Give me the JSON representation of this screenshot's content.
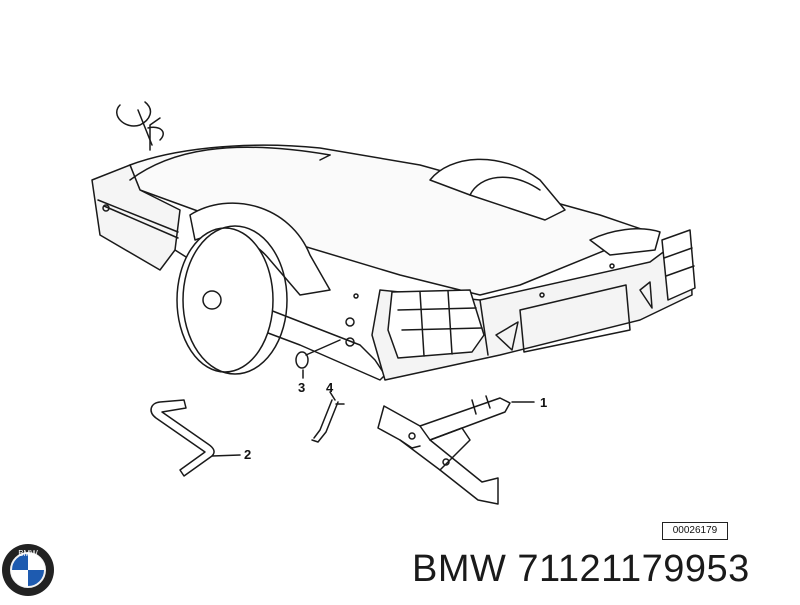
{
  "diagram": {
    "callouts": [
      "1",
      "2",
      "3",
      "4"
    ],
    "reference_code": "00026179"
  },
  "branding": {
    "logo_icon": "bmw-roundel-icon",
    "logo_text": "BMW",
    "part_line": "BMW 71121179953"
  }
}
